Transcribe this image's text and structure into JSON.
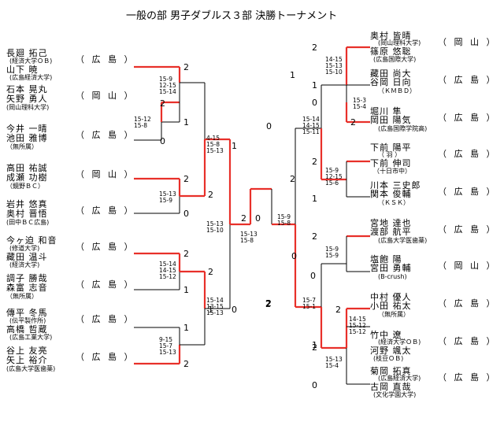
{
  "title": "一般の部 男子ダブルス３部 決勝トーナメント",
  "left_entries": [
    {
      "names": [
        "長廻 拓己",
        "山下 暁"
      ],
      "affil": [
        "(経済大学ＯＢ)",
        "(広島経済大学)"
      ],
      "pref": "（ 広 島 ）"
    },
    {
      "names": [
        "石本 晃丸",
        "矢野 勇人"
      ],
      "affil": [
        "(岡山理科大学)"
      ],
      "pref": "（ 岡 山 ）"
    },
    {
      "names": [
        "今井 一晴",
        "池田 雅博"
      ],
      "affil": [
        "（無所属）"
      ],
      "pref": "（ 広 島 ）"
    },
    {
      "names": [
        "高田 祐誠",
        "成瀬 功樹"
      ],
      "affil": [
        "（鏡野ＢＣ）"
      ],
      "pref": "（ 岡 山 ）"
    },
    {
      "names": [
        "岩井 悠真",
        "奥村 晋悟"
      ],
      "affil": [
        "(田中ＢＣ広島)"
      ],
      "pref": "（ 広 島 ）"
    },
    {
      "names": [
        "今ヶ迫 和音",
        "藏田 温斗"
      ],
      "affil": [
        "(修道大学)",
        "(経済大学)"
      ],
      "pref": "（ 広 島 ）"
    },
    {
      "names": [
        "調子 勝哉",
        "森富 志音"
      ],
      "affil": [
        "（無所属）"
      ],
      "pref": "（ 広 島 ）"
    },
    {
      "names": [
        "傳平 冬馬",
        "高橋 哲蔵"
      ],
      "affil": [
        "(伝平製作所)",
        "(広島工業大学)"
      ],
      "pref": "（ 広 島 ）"
    },
    {
      "names": [
        "谷上 友亮",
        "矢上 裕介"
      ],
      "affil": [
        "(広島大学医歯薬)"
      ],
      "pref": "（ 広 島 ）"
    }
  ],
  "right_entries": [
    {
      "names": [
        "奥村 皆晴",
        "篠原 悠聡"
      ],
      "affil": [
        "(岡山理科大学)",
        "(広島国際大学)"
      ],
      "pref": "（ 岡 山 ）"
    },
    {
      "names": [
        "藏田 尚大",
        "谷岡 日向"
      ],
      "affil": [
        "（ＫＭＢＤ）"
      ],
      "pref": "（ 広 島 ）"
    },
    {
      "names": [
        "堀川 隼",
        "岡田 陽気"
      ],
      "affil": [
        "(広島国際学院高)"
      ],
      "pref": "（ 広 島 ）"
    },
    {
      "names": [
        "下前 陽平",
        "下前 伸司"
      ],
      "affil": [
        "（ 羽 ）",
        "（十日市中）"
      ],
      "pref": "（ 広 島 ）"
    },
    {
      "names": [
        "川本 三史郎",
        "関本 俊輔"
      ],
      "affil": [
        "（ＫＳＫ）"
      ],
      "pref": "（ 広 島 ）"
    },
    {
      "names": [
        "宮地 達也",
        "渡部 航平"
      ],
      "affil": [
        "(広島大学医歯薬)"
      ],
      "pref": "（ 広 島 ）"
    },
    {
      "names": [
        "塩飽 陽",
        "宮田 勇輔"
      ],
      "affil": [
        "(B-crush)"
      ],
      "pref": "（ 岡 山 ）"
    },
    {
      "names": [
        "中村 優人",
        "小田 祐太"
      ],
      "affil": [
        "（無所属）"
      ],
      "pref": "（ 広 島 ）"
    },
    {
      "names": [
        "竹中 遼",
        "河野 颯太"
      ],
      "affil": [
        "(経済大学ＯＢ)",
        "(枝豆ＯＢ)"
      ],
      "pref": "（ 広 島 ）"
    },
    {
      "names": [
        "菊岡 拓真",
        "古岡 直哉"
      ],
      "affil": [
        "(広島経済大学)",
        "(文化学園大学)"
      ],
      "pref": "（ 広 島 ）"
    }
  ],
  "scores": [
    {
      "side": "left",
      "round": 1,
      "sets": [
        "15-9",
        "12-15",
        "15-14"
      ],
      "top": "2",
      "bottom": "1"
    },
    {
      "side": "left",
      "round": 1,
      "sets": [
        "15-12",
        "15-8"
      ],
      "top": "2",
      "bottom": "0"
    },
    {
      "side": "left",
      "round": 2,
      "sets": [
        "4-15",
        "15-8",
        "15-13"
      ],
      "top": "1",
      "bottom": "2"
    },
    {
      "side": "left",
      "round": 1,
      "sets": [
        "15-13",
        "15-9"
      ],
      "top": "2",
      "bottom": "0"
    },
    {
      "side": "left",
      "round": 3,
      "sets": [
        "15-13",
        "15-10"
      ],
      "top": "2",
      "bottom": "0"
    },
    {
      "side": "left",
      "round": 1,
      "sets": [
        "15-14",
        "14-15",
        "15-12"
      ],
      "top": "2",
      "bottom": "1"
    },
    {
      "side": "left",
      "round": 2,
      "sets": [
        "15-14",
        "13-15",
        "15-13"
      ],
      "top": "2",
      "bottom": "1"
    },
    {
      "side": "left",
      "round": 1,
      "sets": [
        "9-15",
        "15-7",
        "15-13"
      ],
      "top": "1",
      "bottom": "2"
    },
    {
      "side": "final",
      "round": 4,
      "sets": [
        "15-13",
        "15-8"
      ],
      "top": "0",
      "bottom": "2"
    },
    {
      "side": "right",
      "round": 4,
      "sets": [
        "15-9",
        "15-8"
      ],
      "top": "0",
      "bottom": "2"
    },
    {
      "side": "right",
      "round": 1,
      "sets": [
        "14-15",
        "15-13",
        "15-10"
      ],
      "top": "2",
      "bottom": "1"
    },
    {
      "side": "right",
      "round": 1,
      "sets": [
        "15-3",
        "15-4"
      ],
      "top": "0",
      "bottom": "2"
    },
    {
      "side": "right",
      "round": 2,
      "sets": [
        "15-14",
        "14-15",
        "15-11"
      ],
      "top": "1",
      "bottom": "2"
    },
    {
      "side": "right",
      "round": 1,
      "sets": [
        "15-9",
        "12-15",
        "15-6"
      ],
      "top": "2",
      "bottom": "1"
    },
    {
      "side": "right",
      "round": 1,
      "sets": [
        "15-9",
        "15-9"
      ],
      "top": "2",
      "bottom": "0"
    },
    {
      "side": "right",
      "round": 2,
      "sets": [
        "15-7",
        "15-1"
      ],
      "top": "0",
      "bottom": "2"
    },
    {
      "side": "right",
      "round": 1,
      "sets": [
        "14-15",
        "15-12",
        "15-12"
      ],
      "top": "2",
      "bottom": "1"
    },
    {
      "side": "right",
      "round": 2,
      "sets": [
        "15-13",
        "15-4"
      ],
      "top": "2",
      "bottom": "0"
    }
  ],
  "colors": {
    "winner_line": "#e8302a",
    "line": "#000000"
  }
}
